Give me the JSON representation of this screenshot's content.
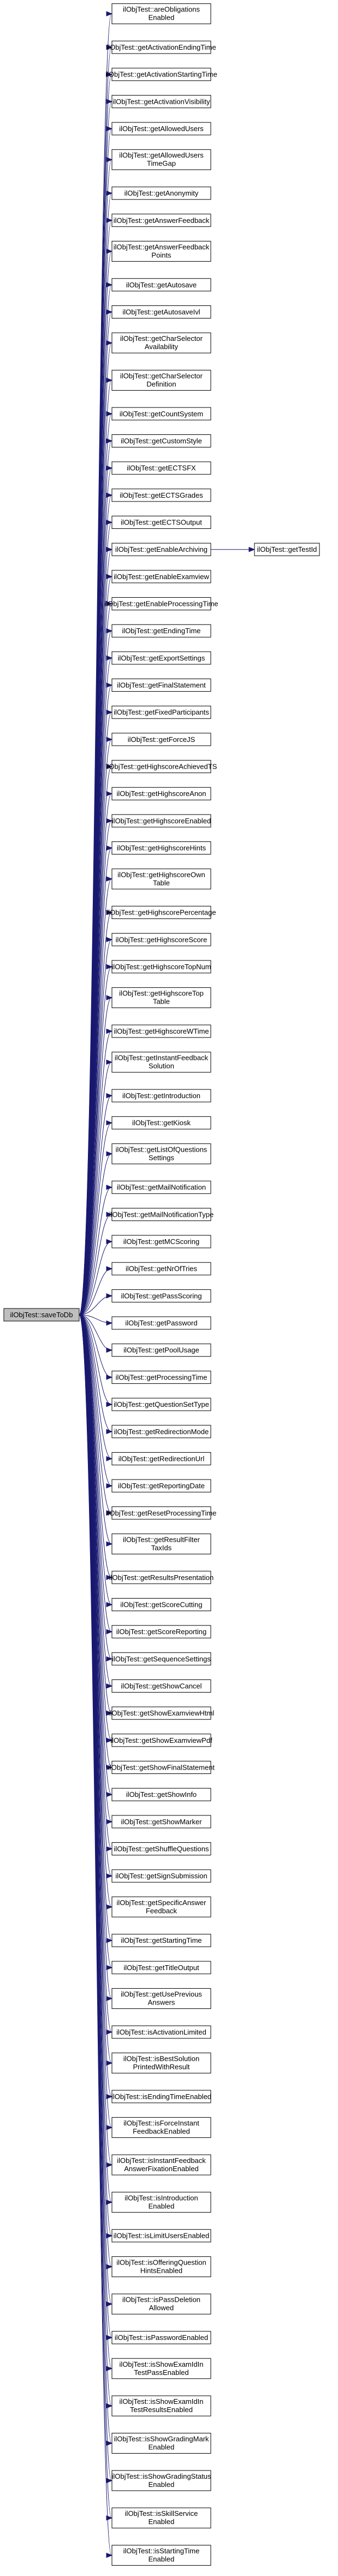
{
  "colors": {
    "edge": "#191970",
    "node_fill": "#ffffff",
    "root_fill": "#bfbfbf",
    "node_border": "#000000",
    "text": "#000000"
  },
  "root": {
    "label": "ilObjTest::saveToDb"
  },
  "callees": [
    [
      "ilObjTest::areObligations",
      "Enabled"
    ],
    [
      "ilObjTest::getActivationEndingTime"
    ],
    [
      "ilObjTest::getActivationStartingTime"
    ],
    [
      "ilObjTest::getActivationVisibility"
    ],
    [
      "ilObjTest::getAllowedUsers"
    ],
    [
      "ilObjTest::getAllowedUsers",
      "TimeGap"
    ],
    [
      "ilObjTest::getAnonymity"
    ],
    [
      "ilObjTest::getAnswerFeedback"
    ],
    [
      "ilObjTest::getAnswerFeedback",
      "Points"
    ],
    [
      "ilObjTest::getAutosave"
    ],
    [
      "ilObjTest::getAutosaveIvl"
    ],
    [
      "ilObjTest::getCharSelector",
      "Availability"
    ],
    [
      "ilObjTest::getCharSelector",
      "Definition"
    ],
    [
      "ilObjTest::getCountSystem"
    ],
    [
      "ilObjTest::getCustomStyle"
    ],
    [
      "ilObjTest::getECTSFX"
    ],
    [
      "ilObjTest::getECTSGrades"
    ],
    [
      "ilObjTest::getECTSOutput"
    ],
    [
      "ilObjTest::getEnableArchiving"
    ],
    [
      "ilObjTest::getEnableExamview"
    ],
    [
      "ilObjTest::getEnableProcessingTime"
    ],
    [
      "ilObjTest::getEndingTime"
    ],
    [
      "ilObjTest::getExportSettings"
    ],
    [
      "ilObjTest::getFinalStatement"
    ],
    [
      "ilObjTest::getFixedParticipants"
    ],
    [
      "ilObjTest::getForceJS"
    ],
    [
      "ilObjTest::getHighscoreAchievedTS"
    ],
    [
      "ilObjTest::getHighscoreAnon"
    ],
    [
      "ilObjTest::getHighscoreEnabled"
    ],
    [
      "ilObjTest::getHighscoreHints"
    ],
    [
      "ilObjTest::getHighscoreOwn",
      "Table"
    ],
    [
      "ilObjTest::getHighscorePercentage"
    ],
    [
      "ilObjTest::getHighscoreScore"
    ],
    [
      "ilObjTest::getHighscoreTopNum"
    ],
    [
      "ilObjTest::getHighscoreTop",
      "Table"
    ],
    [
      "ilObjTest::getHighscoreWTime"
    ],
    [
      "ilObjTest::getInstantFeedback",
      "Solution"
    ],
    [
      "ilObjTest::getIntroduction"
    ],
    [
      "ilObjTest::getKiosk"
    ],
    [
      "ilObjTest::getListOfQuestions",
      "Settings"
    ],
    [
      "ilObjTest::getMailNotification"
    ],
    [
      "ilObjTest::getMailNotificationType"
    ],
    [
      "ilObjTest::getMCScoring"
    ],
    [
      "ilObjTest::getNrOfTries"
    ],
    [
      "ilObjTest::getPassScoring"
    ],
    [
      "ilObjTest::getPassword"
    ],
    [
      "ilObjTest::getPoolUsage"
    ],
    [
      "ilObjTest::getProcessingTime"
    ],
    [
      "ilObjTest::getQuestionSetType"
    ],
    [
      "ilObjTest::getRedirectionMode"
    ],
    [
      "ilObjTest::getRedirectionUrl"
    ],
    [
      "ilObjTest::getReportingDate"
    ],
    [
      "ilObjTest::getResetProcessingTime"
    ],
    [
      "ilObjTest::getResultFilter",
      "TaxIds"
    ],
    [
      "ilObjTest::getResultsPresentation"
    ],
    [
      "ilObjTest::getScoreCutting"
    ],
    [
      "ilObjTest::getScoreReporting"
    ],
    [
      "ilObjTest::getSequenceSettings"
    ],
    [
      "ilObjTest::getShowCancel"
    ],
    [
      "ilObjTest::getShowExamviewHtml"
    ],
    [
      "ilObjTest::getShowExamviewPdf"
    ],
    [
      "ilObjTest::getShowFinalStatement"
    ],
    [
      "ilObjTest::getShowInfo"
    ],
    [
      "ilObjTest::getShowMarker"
    ],
    [
      "ilObjTest::getShuffleQuestions"
    ],
    [
      "ilObjTest::getSignSubmission"
    ],
    [
      "ilObjTest::getSpecificAnswer",
      "Feedback"
    ],
    [
      "ilObjTest::getStartingTime"
    ],
    [
      "ilObjTest::getTitleOutput"
    ],
    [
      "ilObjTest::getUsePrevious",
      "Answers"
    ],
    [
      "ilObjTest::isActivationLimited"
    ],
    [
      "ilObjTest::isBestSolution",
      "PrintedWithResult"
    ],
    [
      "ilObjTest::isEndingTimeEnabled"
    ],
    [
      "ilObjTest::isForceInstant",
      "FeedbackEnabled"
    ],
    [
      "ilObjTest::isInstantFeedback",
      "AnswerFixationEnabled"
    ],
    [
      "ilObjTest::isIntroduction",
      "Enabled"
    ],
    [
      "ilObjTest::isLimitUsersEnabled"
    ],
    [
      "ilObjTest::isOfferingQuestion",
      "HintsEnabled"
    ],
    [
      "ilObjTest::isPassDeletion",
      "Allowed"
    ],
    [
      "ilObjTest::isPasswordEnabled"
    ],
    [
      "ilObjTest::isShowExamIdIn",
      "TestPassEnabled"
    ],
    [
      "ilObjTest::isShowExamIdIn",
      "TestResultsEnabled"
    ],
    [
      "ilObjTest::isShowGradingMark",
      "Enabled"
    ],
    [
      "ilObjTest::isShowGradingStatus",
      "Enabled"
    ],
    [
      "ilObjTest::isSkillService",
      "Enabled"
    ],
    [
      "ilObjTest::isStartingTime",
      "Enabled"
    ]
  ],
  "secondary": {
    "from_index": 18,
    "label": "ilObjTest::getTestId"
  }
}
